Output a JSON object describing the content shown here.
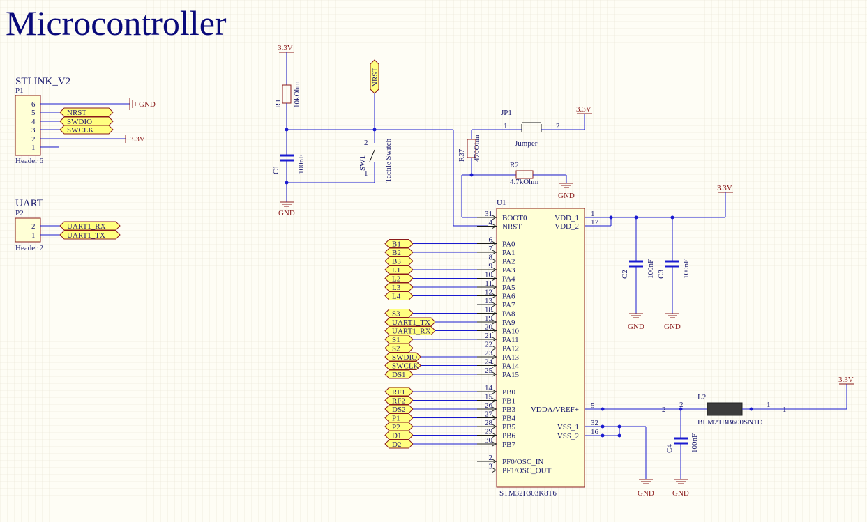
{
  "title": "Microcontroller",
  "stlink": {
    "name": "STLINK_V2",
    "designator": "P1",
    "footer": "Header 6",
    "pins": [
      "6",
      "5",
      "4",
      "3",
      "2",
      "1"
    ],
    "gnd_label": "GND",
    "vcc_label": "3.3V",
    "ports": [
      "NRST",
      "SWDIO",
      "SWCLK"
    ]
  },
  "uart": {
    "name": "UART",
    "designator": "P2",
    "footer": "Header 2",
    "pins": [
      "2",
      "1"
    ],
    "ports": [
      "UART1_RX",
      "UART1_TX"
    ]
  },
  "reset": {
    "r1": "R1",
    "r1_value": "10kOhm",
    "c1": "C1",
    "c1_value": "100nF",
    "sw": "SW1",
    "sw_value": "Tactile Switch",
    "sw_pin1": "1",
    "sw_pin2": "2",
    "vcc": "3.3V",
    "gnd": "GND",
    "nrst_port": "NRST"
  },
  "boot": {
    "jp": "JP1",
    "jp_value": "Jumper",
    "jp_pin1": "1",
    "jp_pin2": "2",
    "r37": "R37",
    "r37_value": "470Ohm",
    "r2": "R2",
    "r2_value": "4.7kOhm",
    "vcc": "3.3V",
    "gnd": "GND"
  },
  "mcu": {
    "designator": "U1",
    "part": "STM32F303K8T6",
    "left_pins": [
      {
        "num": "31",
        "name": "BOOT0"
      },
      {
        "num": "4",
        "name": "NRST"
      },
      {
        "num": "6",
        "name": "PA0"
      },
      {
        "num": "7",
        "name": "PA1"
      },
      {
        "num": "8",
        "name": "PA2"
      },
      {
        "num": "9",
        "name": "PA3"
      },
      {
        "num": "10",
        "name": "PA4"
      },
      {
        "num": "11",
        "name": "PA5"
      },
      {
        "num": "12",
        "name": "PA6"
      },
      {
        "num": "13",
        "name": "PA7"
      },
      {
        "num": "18",
        "name": "PA8"
      },
      {
        "num": "19",
        "name": "PA9"
      },
      {
        "num": "20",
        "name": "PA10"
      },
      {
        "num": "21",
        "name": "PA11"
      },
      {
        "num": "22",
        "name": "PA12"
      },
      {
        "num": "23",
        "name": "PA13"
      },
      {
        "num": "24",
        "name": "PA14"
      },
      {
        "num": "25",
        "name": "PA15"
      },
      {
        "num": "14",
        "name": "PB0"
      },
      {
        "num": "15",
        "name": "PB1"
      },
      {
        "num": "26",
        "name": "PB3"
      },
      {
        "num": "27",
        "name": "PB4"
      },
      {
        "num": "28",
        "name": "PB5"
      },
      {
        "num": "29",
        "name": "PB6"
      },
      {
        "num": "30",
        "name": "PB7"
      },
      {
        "num": "2",
        "name": "PF0/OSC_IN"
      },
      {
        "num": "3",
        "name": "PF1/OSC_OUT"
      }
    ],
    "right_pins": [
      {
        "num": "1",
        "name": "VDD_1"
      },
      {
        "num": "17",
        "name": "VDD_2"
      },
      {
        "num": "5",
        "name": "VDDA/VREF+"
      },
      {
        "num": "32",
        "name": "VSS_1"
      },
      {
        "num": "16",
        "name": "VSS_2"
      }
    ]
  },
  "net_ports": {
    "PA0": "B1",
    "PA1": "B2",
    "PA2": "B3",
    "PA3": "L1",
    "PA4": "L2",
    "PA5": "L3",
    "PA6": "L4",
    "PA8": "S3",
    "PA9": "UART1_TX",
    "PA10": "UART1_RX",
    "PA11": "S1",
    "PA12": "S2",
    "PA13": "SWDIO",
    "PA14": "SWCLK",
    "PA15": "DS1",
    "PB0": "RF1",
    "PB1": "RF2",
    "PB3": "DS2",
    "PB4": "P1",
    "PB5": "P2",
    "PB6": "D1",
    "PB7": "D2"
  },
  "decoupling": {
    "c2": "C2",
    "c2_value": "100nF",
    "c3": "C3",
    "c3_value": "100nF",
    "vcc": "3.3V",
    "gnd": "GND"
  },
  "analog": {
    "l2": "L2",
    "l2_value": "BLM21BB600SN1D",
    "l2_pin1": "1",
    "l2_pin2": "2",
    "l2_net1": "1",
    "l2_net2": "2",
    "c4": "C4",
    "c4_value": "100nF",
    "vcc": "3.3V",
    "gnd": "GND"
  },
  "colors": {
    "wire": "#1a1ad0",
    "body_fill": "#ffffd6",
    "body_stroke": "#8a1a1a",
    "port_fill": "#ffff80",
    "title": "#0a0a7a",
    "power": "#8a1a1a",
    "grid": "#e6e3d2"
  }
}
